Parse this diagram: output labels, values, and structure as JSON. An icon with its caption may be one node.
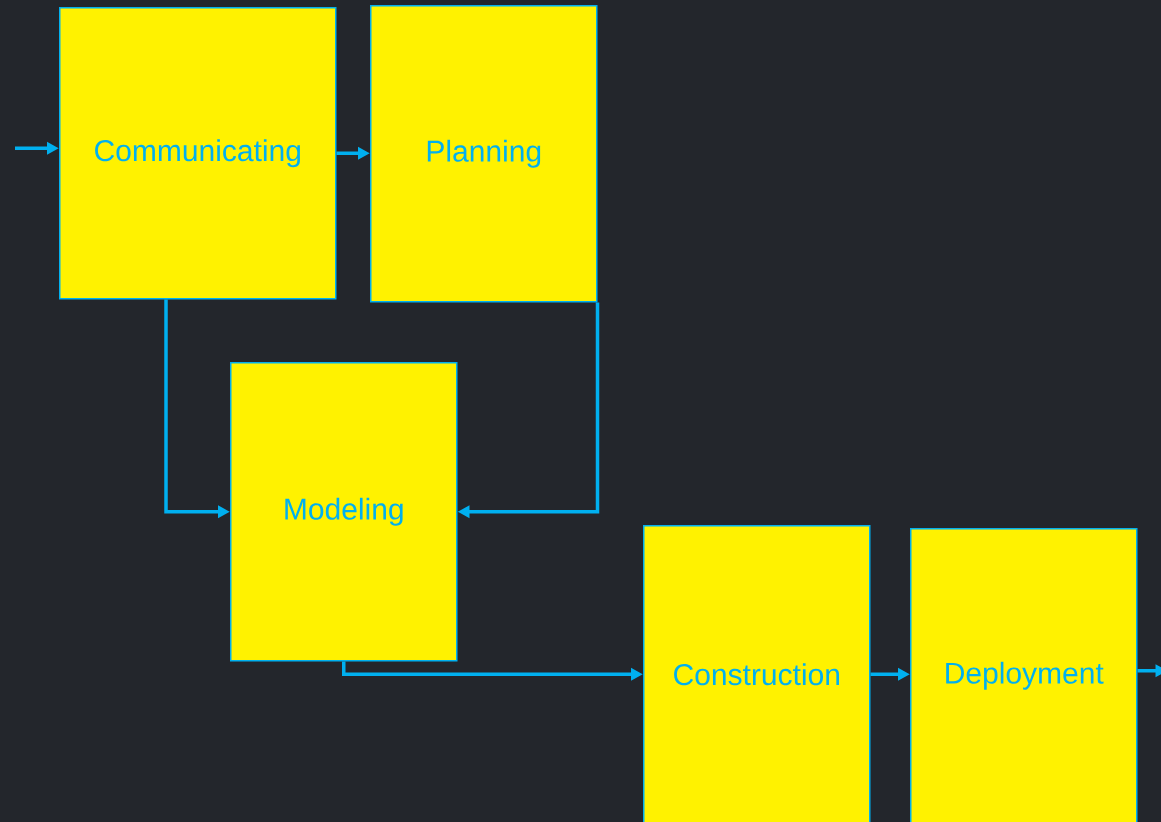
{
  "diagram": {
    "nodes": [
      {
        "text": [
          "Communicating"
        ]
      },
      {
        "text": [
          "Planning"
        ]
      },
      {
        "text": [
          "Modeling"
        ]
      },
      {
        "text": [
          "Construction"
        ]
      },
      {
        "text": [
          "Deployment"
        ]
      }
    ],
    "edges": [
      {
        "from": null,
        "to": 0,
        "arrow": "to"
      },
      {
        "from": 0,
        "to": 1,
        "arrow": "to"
      },
      {
        "from": 0,
        "to": 2,
        "arrow": "to"
      },
      {
        "from": 1,
        "to": 2,
        "arrow": "to"
      },
      {
        "from": 2,
        "to": 3,
        "arrow": "to"
      },
      {
        "from": 3,
        "to": 4,
        "arrow": "to"
      },
      {
        "from": 4,
        "to": null,
        "arrow": "to"
      }
    ]
  }
}
